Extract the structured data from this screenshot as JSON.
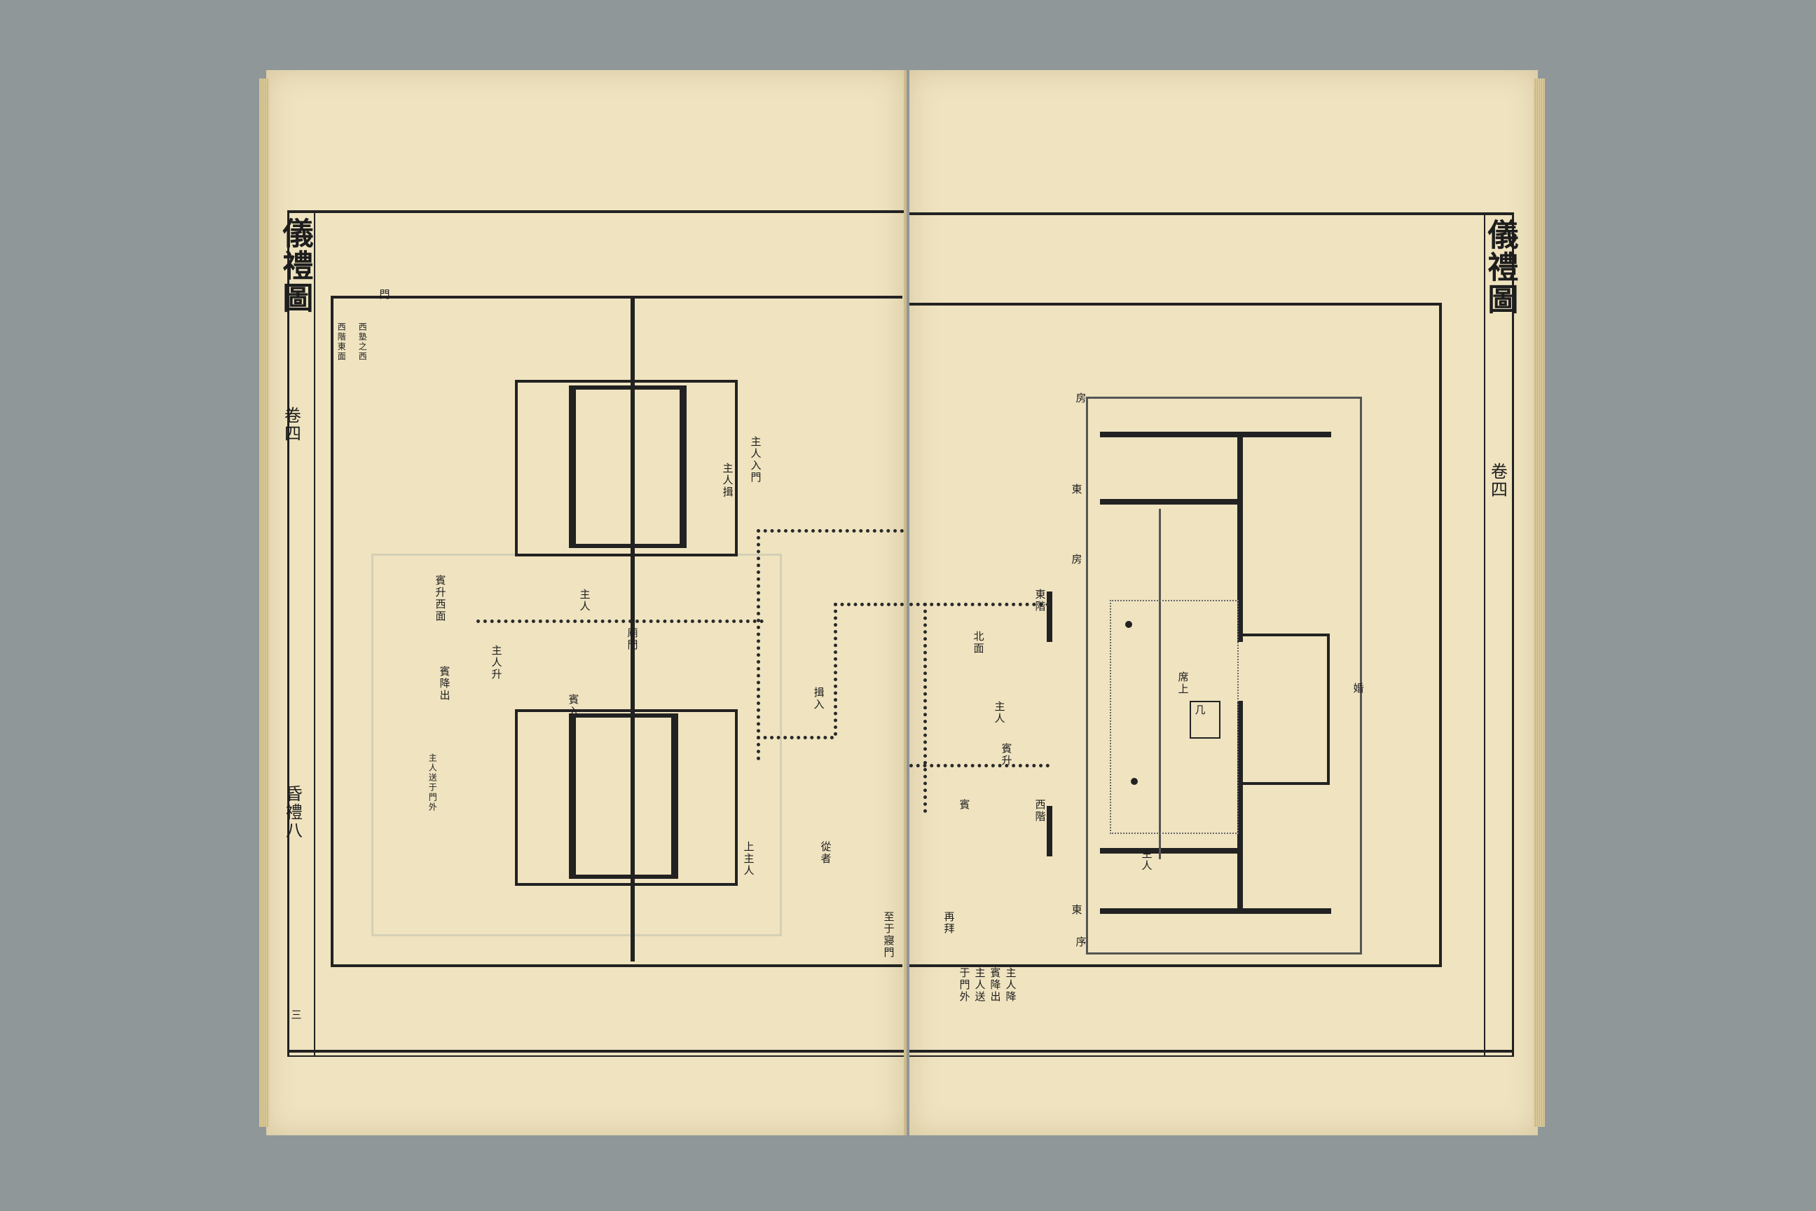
{
  "left_page": {
    "running_title": "儀禮圖",
    "volume": "卷四",
    "chapter": "昏禮八",
    "folio": "三",
    "labels": {
      "gate_top": "門",
      "temple_gate": "廟門",
      "top_notes_a": "西階東面",
      "top_notes_b": "西塾之西",
      "center_note_a": "賓入",
      "center_note_b": "主人",
      "right_upper_a": "主人入門",
      "right_upper_b": "主人揖",
      "lower_note_a": "賓降出",
      "lower_note_b": "主人送于門外",
      "bottom_note": "至于寢門",
      "mid_note_a": "賓升西面",
      "mid_note_b": "主人升",
      "mid_note_c": "揖入",
      "bottom_right_a": "上主人",
      "bottom_right_b": "從者"
    }
  },
  "right_page": {
    "running_title": "儀禮圖",
    "volume": "卷四",
    "heading": "婚",
    "labels": {
      "corner_tl": "房",
      "corner_bl": "序",
      "left_mark_a": "東",
      "left_mark_b": "房",
      "left_mark_c": "東",
      "inner_a": "席上",
      "inner_b": "几",
      "step_a": "東階",
      "step_b": "西階",
      "lower_a": "主人",
      "lower_b": "賓",
      "bottom_notes_a": "主人降",
      "bottom_notes_b": "賓降出",
      "bottom_notes_c": "主人送",
      "bottom_notes_d": "于門外",
      "bottom_notes_e": "再拜",
      "right_note_a": "北面",
      "right_note_b": "賓升",
      "right_note_c": "主人"
    }
  }
}
